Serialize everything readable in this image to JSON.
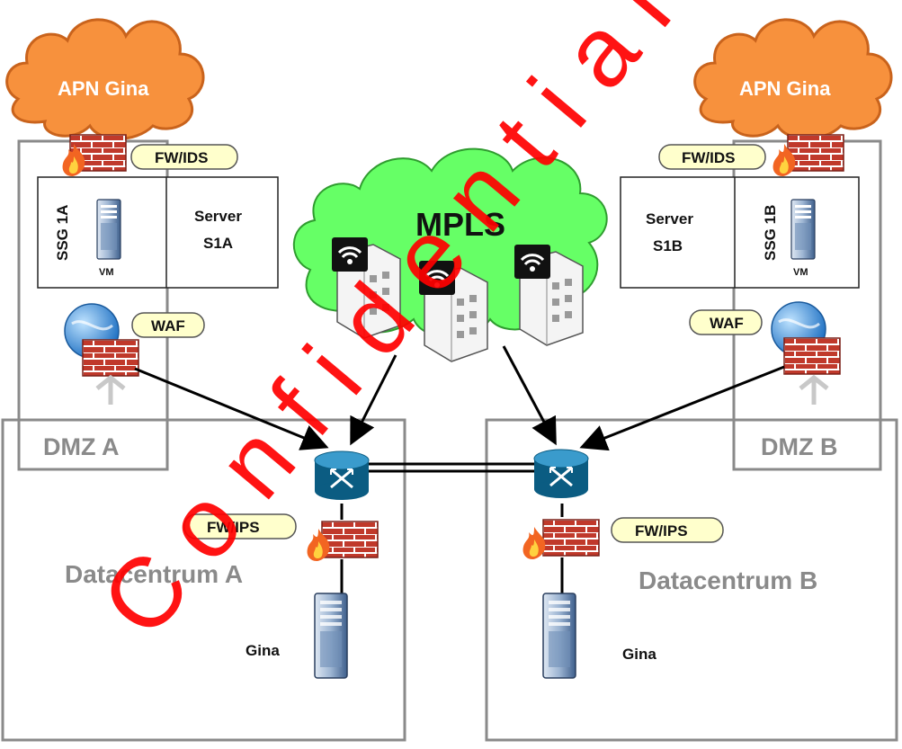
{
  "colors": {
    "cloud_orange": "#f7913d",
    "cloud_green": "#66ff66",
    "pill_fill": "#ffffcc",
    "zone_gray": "#8a8a8a",
    "watermark_red": "#ff0000",
    "router_blue": "#0b5c82"
  },
  "clouds": {
    "apn_a": "APN Gina",
    "apn_b": "APN Gina",
    "mpls": "MPLS"
  },
  "zones": {
    "dmz_a": "DMZ A",
    "dmz_b": "DMZ B",
    "dc_a": "Datacentrum A",
    "dc_b": "Datacentrum B"
  },
  "site_a": {
    "fw_ids": "FW/IDS",
    "ssg": "SSG 1A",
    "vm": "VM",
    "server_line1": "Server",
    "server_line2": "S1A",
    "waf": "WAF",
    "fw_ips": "FW/IPS",
    "host": "Gina"
  },
  "site_b": {
    "fw_ids": "FW/IDS",
    "ssg": "SSG 1B",
    "vm": "VM",
    "server_line1": "Server",
    "server_line2": "S1B",
    "waf": "WAF",
    "fw_ips": "FW/IPS",
    "host": "Gina"
  },
  "watermark": "Confidential",
  "icons": [
    "cloud-icon",
    "firewall-icon",
    "flame-icon",
    "server-tower-icon",
    "globe-icon",
    "router-icon",
    "wifi-building-icon",
    "network-arrows-icon"
  ]
}
